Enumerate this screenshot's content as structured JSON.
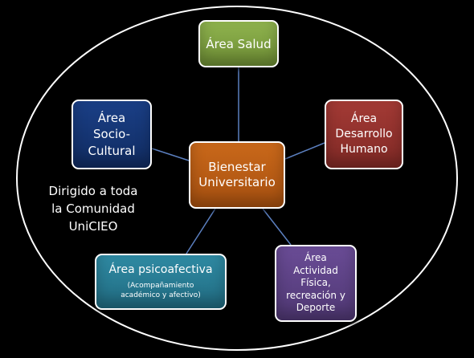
{
  "nodes": {
    "center": {
      "label": "Bienestar\nUniversitario",
      "color": "#b85e14"
    },
    "salud": {
      "label": "Área Salud",
      "color": "#7ea142"
    },
    "socio_cultural": {
      "label": "Área\nSocio-\nCultural",
      "color": "#16367a"
    },
    "desarrollo_humano": {
      "label": "Área\nDesarrollo\nHumano",
      "color": "#933330"
    },
    "psicoafectiva": {
      "label": "Área psicoafectiva",
      "sublabel": "(Acompañamiento\nacadémico y afectivo)",
      "color": "#287b94"
    },
    "actividad_fisica": {
      "label": "Área\nActividad\nFísica,\nrecreación y\nDeporte",
      "color": "#5e4288"
    }
  },
  "audience_text": "Dirigido a toda\nla Comunidad\nUniCIEO",
  "colors": {
    "background": "#000000",
    "ellipse": "#ffffff",
    "connector": "#5b7fbf"
  }
}
